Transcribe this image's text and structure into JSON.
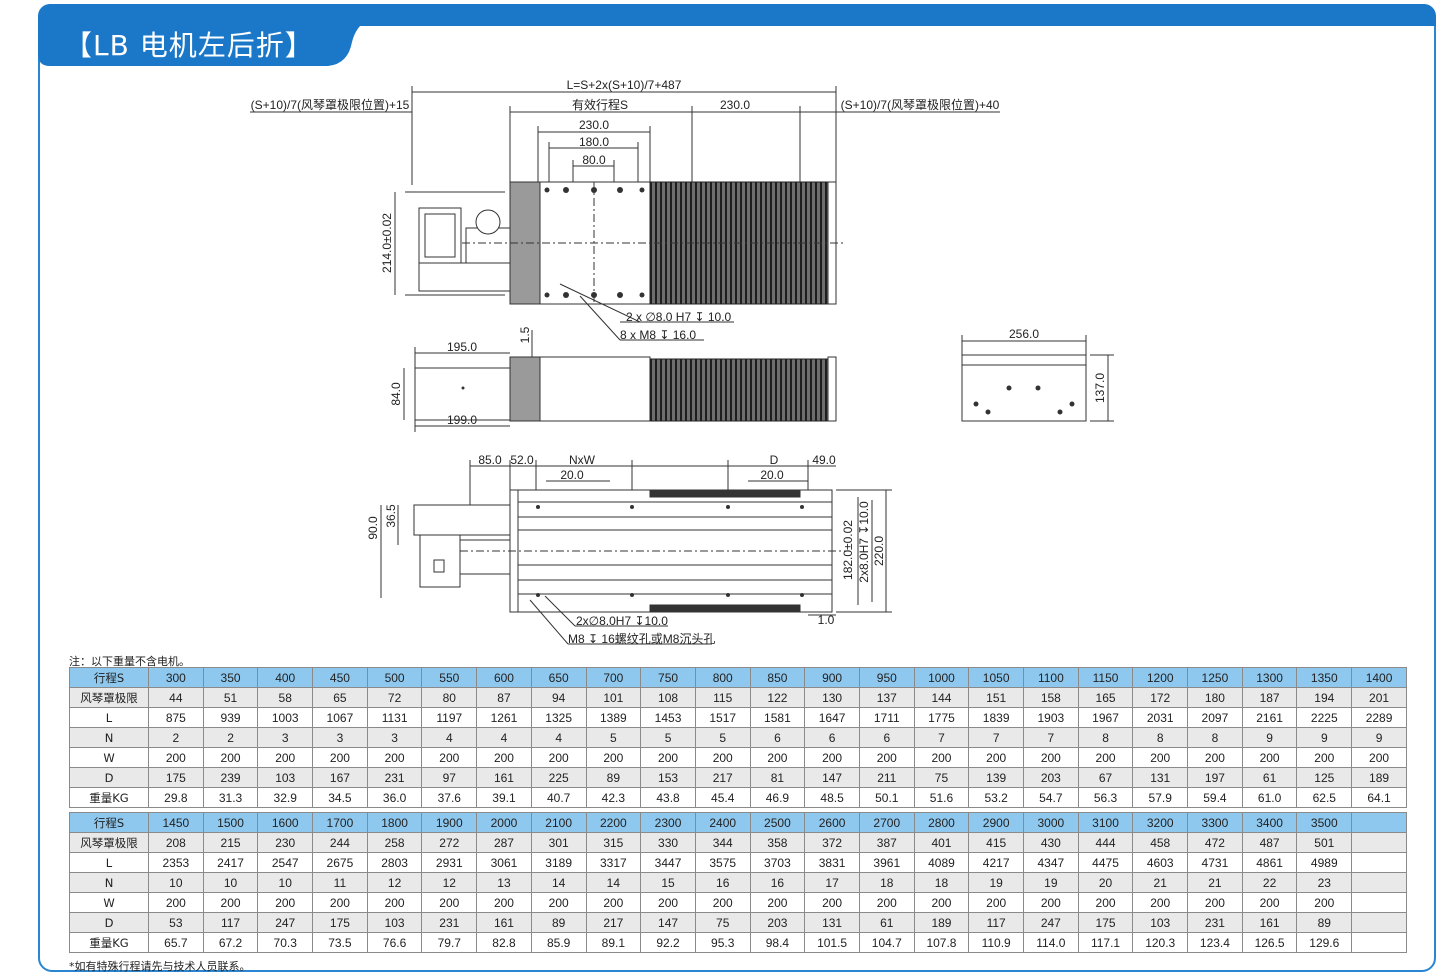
{
  "header": {
    "title": "【LB  电机左后折】"
  },
  "dims": {
    "total_length": "L=S+2x(S+10)/7+487",
    "left_bellows": "(S+10)/7(风琴罩极限位置)+15",
    "right_bellows": "(S+10)/7(风琴罩极限位置)+40",
    "effective_stroke": "有效行程S",
    "d230a": "230.0",
    "d230b": "230.0",
    "d180": "180.0",
    "d80": "80.0",
    "d214": "214.0±0.02",
    "hole1": "2 x ∅8.0 H7 ↧ 10.0",
    "hole2": "8 x  M8 ↧ 16.0",
    "d195": "195.0",
    "d199": "199.0",
    "d84": "84.0",
    "d1_5": "1.5",
    "d256": "256.0",
    "d137": "137.0",
    "d85": "85.0",
    "d52": "52.0",
    "nxw": "NxW",
    "d20a": "20.0",
    "dD": "D",
    "d20b": "20.0",
    "d49": "49.0",
    "d90": "90.0",
    "d36_5": "36.5",
    "d182": "182.0±0.02",
    "d2x8": "2x8.0H7 ↧10.0",
    "d220": "220.0",
    "hole3": "2x∅8.0H7 ↧10.0",
    "hole4": "M8 ↧ 16螺纹孔或M8沉头孔",
    "d1_0": "1.0"
  },
  "note": "注：以下重量不含电机。",
  "footnote": "*如有特殊行程请先与技术人员联系。",
  "table1": {
    "rows": [
      {
        "label": "行程S",
        "values": [
          "300",
          "350",
          "400",
          "450",
          "500",
          "550",
          "600",
          "650",
          "700",
          "750",
          "800",
          "850",
          "900",
          "950",
          "1000",
          "1050",
          "1100",
          "1150",
          "1200",
          "1250",
          "1300",
          "1350",
          "1400"
        ]
      },
      {
        "label": "风琴罩极限",
        "values": [
          "44",
          "51",
          "58",
          "65",
          "72",
          "80",
          "87",
          "94",
          "101",
          "108",
          "115",
          "122",
          "130",
          "137",
          "144",
          "151",
          "158",
          "165",
          "172",
          "180",
          "187",
          "194",
          "201"
        ]
      },
      {
        "label": "L",
        "values": [
          "875",
          "939",
          "1003",
          "1067",
          "1131",
          "1197",
          "1261",
          "1325",
          "1389",
          "1453",
          "1517",
          "1581",
          "1647",
          "1711",
          "1775",
          "1839",
          "1903",
          "1967",
          "2031",
          "2097",
          "2161",
          "2225",
          "2289"
        ]
      },
      {
        "label": "N",
        "values": [
          "2",
          "2",
          "3",
          "3",
          "3",
          "4",
          "4",
          "4",
          "5",
          "5",
          "5",
          "6",
          "6",
          "6",
          "7",
          "7",
          "7",
          "8",
          "8",
          "8",
          "9",
          "9",
          "9"
        ]
      },
      {
        "label": "W",
        "values": [
          "200",
          "200",
          "200",
          "200",
          "200",
          "200",
          "200",
          "200",
          "200",
          "200",
          "200",
          "200",
          "200",
          "200",
          "200",
          "200",
          "200",
          "200",
          "200",
          "200",
          "200",
          "200",
          "200"
        ]
      },
      {
        "label": "D",
        "values": [
          "175",
          "239",
          "103",
          "167",
          "231",
          "97",
          "161",
          "225",
          "89",
          "153",
          "217",
          "81",
          "147",
          "211",
          "75",
          "139",
          "203",
          "67",
          "131",
          "197",
          "61",
          "125",
          "189"
        ]
      },
      {
        "label": "重量KG",
        "values": [
          "29.8",
          "31.3",
          "32.9",
          "34.5",
          "36.0",
          "37.6",
          "39.1",
          "40.7",
          "42.3",
          "43.8",
          "45.4",
          "46.9",
          "48.5",
          "50.1",
          "51.6",
          "53.2",
          "54.7",
          "56.3",
          "57.9",
          "59.4",
          "61.0",
          "62.5",
          "64.1"
        ]
      }
    ]
  },
  "table2": {
    "rows": [
      {
        "label": "行程S",
        "values": [
          "1450",
          "1500",
          "1600",
          "1700",
          "1800",
          "1900",
          "2000",
          "2100",
          "2200",
          "2300",
          "2400",
          "2500",
          "2600",
          "2700",
          "2800",
          "2900",
          "3000",
          "3100",
          "3200",
          "3300",
          "3400",
          "3500",
          ""
        ]
      },
      {
        "label": "风琴罩极限",
        "values": [
          "208",
          "215",
          "230",
          "244",
          "258",
          "272",
          "287",
          "301",
          "315",
          "330",
          "344",
          "358",
          "372",
          "387",
          "401",
          "415",
          "430",
          "444",
          "458",
          "472",
          "487",
          "501",
          ""
        ]
      },
      {
        "label": "L",
        "values": [
          "2353",
          "2417",
          "2547",
          "2675",
          "2803",
          "2931",
          "3061",
          "3189",
          "3317",
          "3447",
          "3575",
          "3703",
          "3831",
          "3961",
          "4089",
          "4217",
          "4347",
          "4475",
          "4603",
          "4731",
          "4861",
          "4989",
          ""
        ]
      },
      {
        "label": "N",
        "values": [
          "10",
          "10",
          "10",
          "11",
          "12",
          "12",
          "13",
          "14",
          "14",
          "15",
          "16",
          "16",
          "17",
          "18",
          "18",
          "19",
          "19",
          "20",
          "21",
          "21",
          "22",
          "23",
          ""
        ]
      },
      {
        "label": "W",
        "values": [
          "200",
          "200",
          "200",
          "200",
          "200",
          "200",
          "200",
          "200",
          "200",
          "200",
          "200",
          "200",
          "200",
          "200",
          "200",
          "200",
          "200",
          "200",
          "200",
          "200",
          "200",
          "200",
          ""
        ]
      },
      {
        "label": "D",
        "values": [
          "53",
          "117",
          "247",
          "175",
          "103",
          "231",
          "161",
          "89",
          "217",
          "147",
          "75",
          "203",
          "131",
          "61",
          "189",
          "117",
          "247",
          "175",
          "103",
          "231",
          "161",
          "89",
          ""
        ]
      },
      {
        "label": "重量KG",
        "values": [
          "65.7",
          "67.2",
          "70.3",
          "73.5",
          "76.6",
          "79.7",
          "82.8",
          "85.9",
          "89.1",
          "92.2",
          "95.3",
          "98.4",
          "101.5",
          "104.7",
          "107.8",
          "110.9",
          "114.0",
          "117.1",
          "120.3",
          "123.4",
          "126.5",
          "129.6",
          ""
        ]
      }
    ]
  }
}
